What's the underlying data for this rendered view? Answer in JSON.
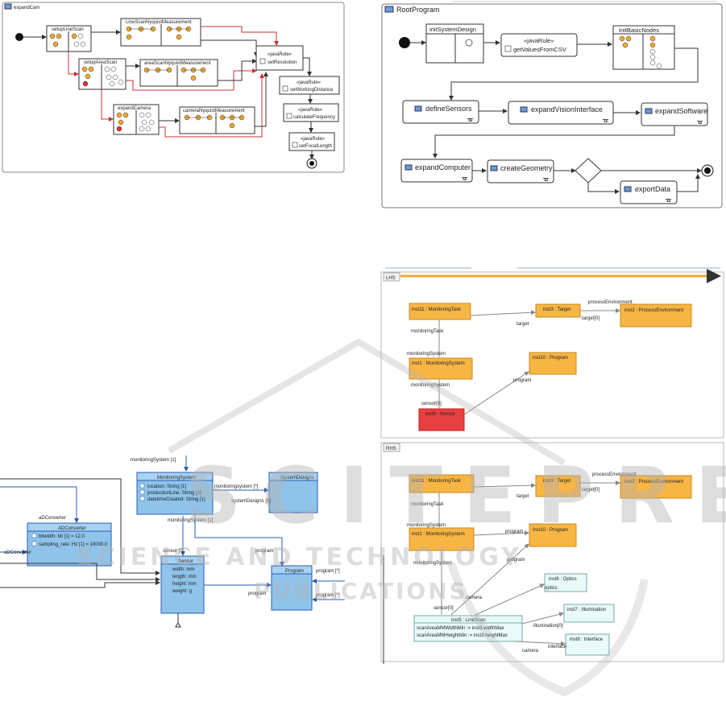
{
  "expand_cam": {
    "title": "expandCam",
    "nodes": {
      "setupLineScan": "setupLineScan",
      "lineScanNyquist": "LineScanNyquistMeasurement",
      "setupAreaScan": "setupAreaScan",
      "areaScanNyquist": "areaScanNyquistMeasurement",
      "expandCamera": "expandCamera",
      "cameraNyquist": "cameraNyquistMeasurement",
      "setResolution": "setResolution",
      "setWorkingDistance": "setWorkingDistance",
      "calculateFrequency": "calculateFrequency",
      "setFocalLength": "setFocalLength",
      "stereotype": "«javaRule»"
    }
  },
  "root_program": {
    "title": "RootProgram",
    "nodes": {
      "initSystemDesign": "initSystemDesign",
      "getValuesFromCSV": "getValuesFromCSV",
      "stereotype": "«javaRule»",
      "initBasicNodes": "InitBasicNodes",
      "defineSensors": "defineSensors",
      "expandVisionInterface": "expandVisionInterface",
      "expandSoftware": "expandSoftware",
      "expandComputer": "expandComputer",
      "createGeometry": "createGeometry",
      "exportData": "exportData"
    }
  },
  "class_diagram": {
    "monitoringSystem_top": "monitoringSystem [1]",
    "monitoringSystem_class": "MonitoringSystem",
    "ms_attrs": [
      "location: String [1]",
      "productionLine: String [1]",
      "datetimeCreated: String [1]"
    ],
    "systemDesigns_class": "SystemDesigns",
    "ref_monitoringsystem": "monitoringsystem [*]",
    "ref_systemDesigns": "systemDesigns [1]",
    "ref_monitoringSystem1": "monitoringSystem [1]",
    "adConverter_role": "aDConverter",
    "adConverter_class": "ADConverter",
    "adc_attrs": [
      "bitwidth: bit [1] = 12.0",
      "sampling_rate: Hz [1] = 10000.0"
    ],
    "adConverter_left": "aDConverter",
    "sensor_role": "sensor [*]",
    "sensor_class": "Sensor",
    "sensor_attrs": [
      "width: mm",
      "length: mm",
      "height: mm",
      "weight: g"
    ],
    "program_role_top": "program",
    "program_class": "Program",
    "program_role_left": "program",
    "program_star1": "program [*]",
    "program_star2": "program [*]"
  },
  "lhs": {
    "label": "LHS",
    "inst11": "inst11 : MonitoringTask",
    "inst3": "inst3 : Target",
    "inst2": "inst2 : ProcessEnvironment",
    "inst1": "inst1 : MonitoringSystem",
    "inst10": "inst10 : Program",
    "inst9": "inst9 : Sensor",
    "e_processEnvironment": "processEnvironment",
    "e_target": "target",
    "e_target0": "target[0]",
    "e_monitoringTask": "monitoringTask",
    "e_monitoringSystem1": "monitoringSystem",
    "e_monitoringSystem2": "monitoringSystem",
    "e_program": "program",
    "e_sensor0": "sensor[0]"
  },
  "rhs": {
    "label": "RHS",
    "inst11": "inst11 : MonitoringTask",
    "inst3": "inst3 : Target",
    "inst2": "inst2 : ProcessEnvironment",
    "inst1": "inst1 : MonitoringSystem",
    "inst10": "inst10 : Program",
    "inst6": "inst6 : Optics",
    "inst7": "inst7 : Illumination",
    "inst8": "inst8 : Interface",
    "inst5": "inst5 : LineScan",
    "inst5_attr1": "scanAreaMMWidthMin := inst3.widthMax",
    "inst5_attr2": "scanAreaMMHeightMin := inst3.heightMax",
    "e_processEnvironment": "processEnvironment",
    "e_target": "target",
    "e_target0": "target[0]",
    "e_monitoringTask": "monitoringTask",
    "e_monitoringSystem1": "monitoringSystem",
    "e_monitoringSystem2": "monitoringSystem",
    "e_program1": "program",
    "e_program2": "program",
    "e_sensor0": "sensor[0]",
    "e_camera1": "camera",
    "e_optics": "optics",
    "e_illumination0": "illumination[0]",
    "e_interface": "interface",
    "e_camera2": "camera"
  },
  "watermark": {
    "line1": "SCITEPRESS",
    "line2": "SCIENCE AND TECHNOLOGY",
    "line3": "PUBLICATIONS"
  }
}
